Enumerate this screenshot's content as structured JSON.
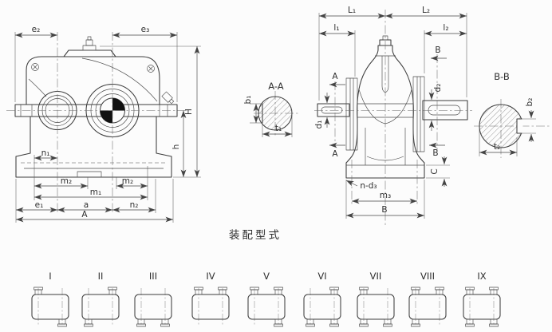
{
  "colors": {
    "background": "#fcfcfc",
    "outline": "#3d3d3d",
    "dimension_line": "#444444",
    "text": "#2e2e2e",
    "fill_black": "#111111"
  },
  "drawing": {
    "front_view": {
      "dims": {
        "e2": "e₂",
        "e3": "e₃",
        "H": "H",
        "h": "h",
        "n1": "n₁",
        "m2_left": "m₂",
        "m2_right": "m₂",
        "m1": "m₁",
        "e1": "e₁",
        "a": "a",
        "n2": "n₂",
        "A": "A"
      }
    },
    "section_aa": {
      "title": "A-A",
      "dims": {
        "b1": "b₁",
        "t1": "t₁"
      }
    },
    "side_view": {
      "dims": {
        "L1": "L₁",
        "L2": "L₂",
        "l1": "l₁",
        "l2": "l₂",
        "d1": "d₁",
        "d2": "d₂",
        "C": "C",
        "n_d3": "n-d₃",
        "m3": "m₃",
        "B": "B"
      },
      "section_marks": {
        "A_top": "A",
        "A_bottom": "A",
        "B_top": "B",
        "B_bottom": "B"
      }
    },
    "section_bb": {
      "title": "B-B",
      "dims": {
        "b2": "b₂",
        "t2": "t₂"
      }
    },
    "assembly": {
      "title": "装配型式",
      "items": [
        {
          "label": "I",
          "stubs": [
            "tl",
            "br"
          ]
        },
        {
          "label": "II",
          "stubs": [
            "tr",
            "bl"
          ]
        },
        {
          "label": "III",
          "stubs": [
            "bl",
            "br"
          ]
        },
        {
          "label": "IV",
          "stubs": [
            "tl",
            "tr"
          ]
        },
        {
          "label": "V",
          "stubs": [
            "tl",
            "tr",
            "br"
          ]
        },
        {
          "label": "VI",
          "stubs": [
            "tr",
            "bl",
            "br"
          ]
        },
        {
          "label": "VII",
          "stubs": [
            "tl",
            "bl",
            "br"
          ]
        },
        {
          "label": "VIII",
          "stubs": [
            "tl",
            "tr",
            "bl"
          ]
        },
        {
          "label": "IX",
          "stubs": [
            "tl",
            "tr",
            "bl",
            "br"
          ]
        }
      ]
    }
  }
}
